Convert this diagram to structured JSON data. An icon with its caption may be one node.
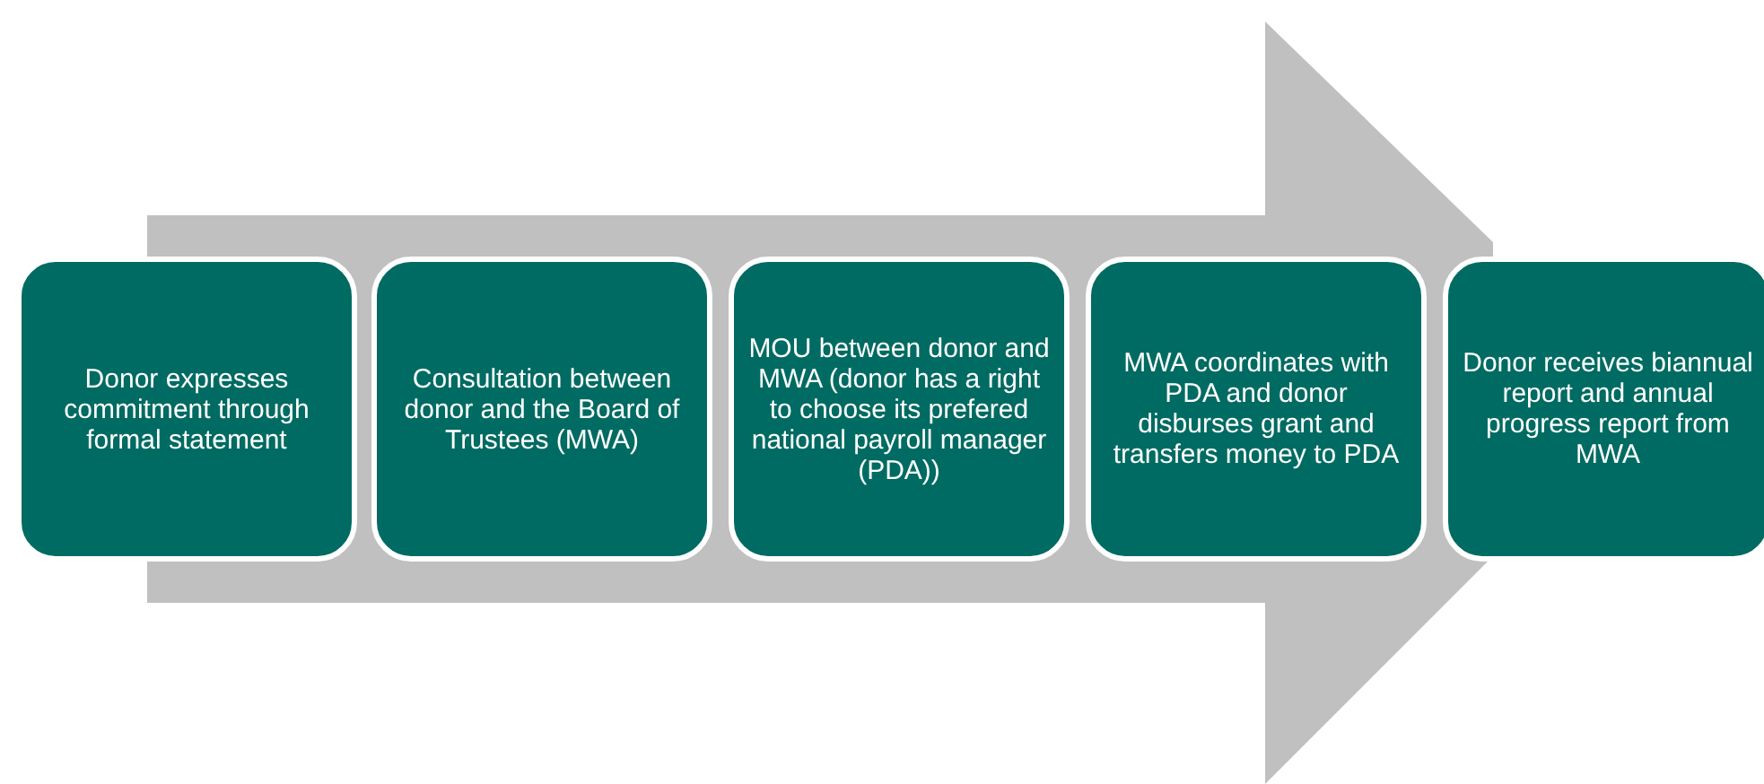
{
  "diagram": {
    "nodes": [
      {
        "text": [
          "Donor expresses commitment through formal statement"
        ]
      },
      {
        "text": [
          "Consultation between donor and the Board of Trustees (MWA)"
        ]
      },
      {
        "text": [
          "MOU between donor and MWA (donor has a right to choose its prefered national payroll manager (PDA))"
        ]
      },
      {
        "text": [
          "MWA coordinates with PDA and donor disburses grant and transfers money to PDA"
        ]
      },
      {
        "text": [
          "Donor receives biannual report and annual progress report from MWA"
        ]
      }
    ]
  }
}
